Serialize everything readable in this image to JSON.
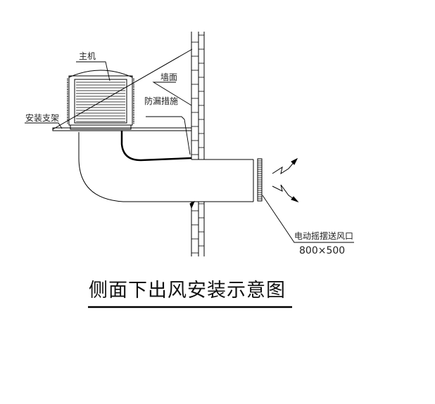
{
  "labels": {
    "main_unit": "主机",
    "wall_surface": "墙面",
    "leak_prevention": "防漏措施",
    "mounting_bracket": "安装支架",
    "outlet": "电动摇摆送风口",
    "outlet_size": "800×500"
  },
  "title": "侧面下出风安装示意图",
  "colors": {
    "line": "#000000",
    "background": "#ffffff"
  }
}
